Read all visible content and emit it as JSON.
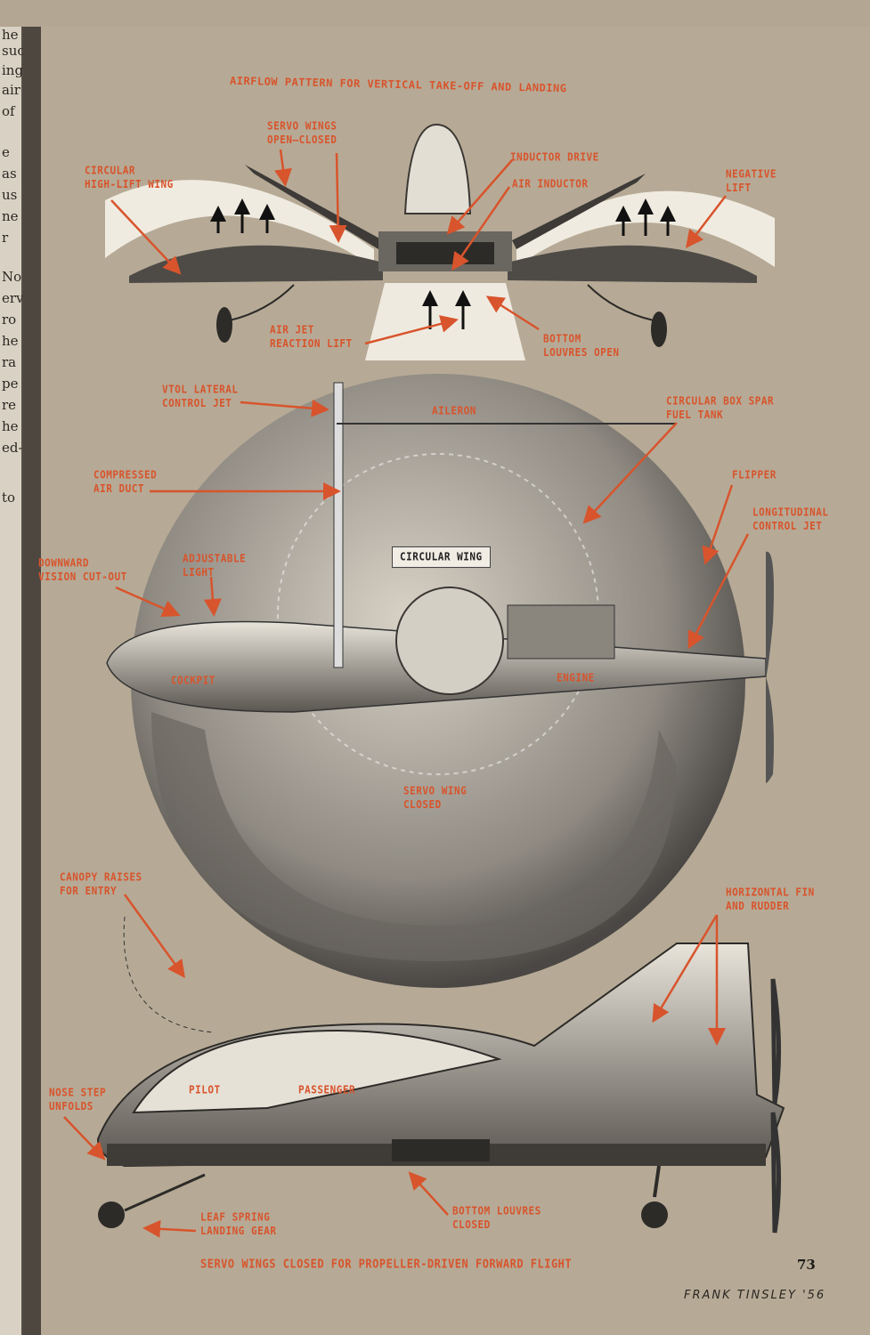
{
  "left_page_fragments": [
    "he",
    "such",
    "ing",
    "air",
    "of",
    "e",
    "as",
    "us",
    "ne",
    "r",
    "No",
    "erv",
    "ro",
    "he",
    "ra",
    "pe",
    "re",
    "he",
    "ed-",
    "to"
  ],
  "diagram": {
    "top_title": "AIRFLOW PATTERN FOR VERTICAL TAKE-OFF AND LANDING",
    "top_labels": {
      "servo_wings": "SERVO WINGS\nOPEN—CLOSED",
      "circular_high_lift_wing": "CIRCULAR\nHIGH-LIFT WING",
      "inductor_drive": "INDUCTOR DRIVE",
      "air_inductor": "AIR INDUCTOR",
      "negative_lift": "NEGATIVE\nLIFT",
      "air_jet_reaction_lift": "AIR JET\nREACTION LIFT",
      "bottom_louvres_open": "BOTTOM\nLOUVRES OPEN"
    },
    "plan_labels": {
      "vtol_lateral_control_jet": "VTOL LATERAL\nCONTROL JET",
      "aileron": "AILERON",
      "circular_box_spar_fuel_tank": "CIRCULAR BOX SPAR\nFUEL TANK",
      "compressed_air_duct": "COMPRESSED\nAIR DUCT",
      "flipper": "FLIPPER",
      "longitudinal_control_jet": "LONGITUDINAL\nCONTROL JET",
      "downward_vision_cut_out": "DOWNWARD\nVISION CUT-OUT",
      "adjustable_light": "ADJUSTABLE\nLIGHT",
      "circular_wing": "CIRCULAR WING",
      "cockpit": "COCKPIT",
      "engine": "ENGINE",
      "servo_wing_closed": "SERVO WING\nCLOSED"
    },
    "side_labels": {
      "canopy_raises": "CANOPY RAISES\nFOR ENTRY",
      "horizontal_fin": "HORIZONTAL FIN\nAND RUDDER",
      "pilot": "PILOT",
      "passenger": "PASSENGER",
      "nose_step": "NOSE STEP\nUNFOLDS",
      "leaf_spring": "LEAF SPRING\nLANDING GEAR",
      "bottom_louvres_closed": "BOTTOM LOUVRES\nCLOSED"
    },
    "bottom_title": "SERVO WINGS CLOSED FOR PROPELLER-DRIVEN FORWARD FLIGHT"
  },
  "page_number": "73",
  "signature": "FRANK TINSLEY '56",
  "colors": {
    "paper": "#b3a692",
    "label_red": "#d8542c",
    "ink": "#2a2622"
  }
}
